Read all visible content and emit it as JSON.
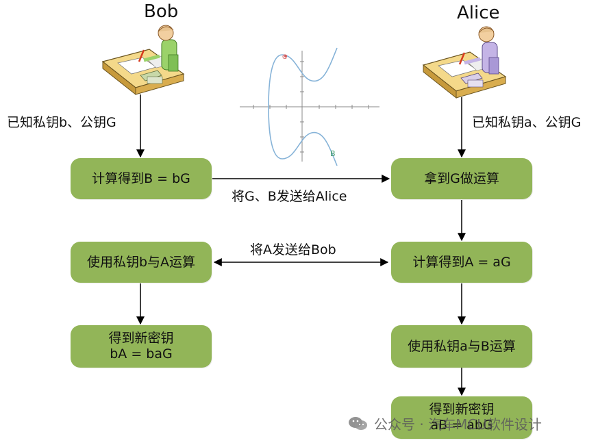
{
  "bob": {
    "name": "Bob",
    "known": "已知私钥b、公钥G",
    "steps": [
      "计算得到B = bG",
      "使用私钥b与A运算"
    ],
    "final": [
      "得到新密钥",
      "bA = baG"
    ]
  },
  "alice": {
    "name": "Alice",
    "known": "已知私钥a、公钥G",
    "steps": [
      "拿到G做运算",
      "计算得到A = aG",
      "使用私钥a与B运算"
    ],
    "final": [
      "得到新密钥",
      "aB = abG"
    ]
  },
  "messages": {
    "bob_to_alice": "将G、B发送给Alice",
    "alice_to_bob": "将A发送给Bob"
  },
  "curve": {
    "point_g": "G",
    "point_b": "B"
  },
  "watermark": {
    "text": "公众号 · 汽车MCU软件设计"
  },
  "colors": {
    "box": "#92b558",
    "curve": "#86b3d8",
    "arrow": "#000000"
  }
}
